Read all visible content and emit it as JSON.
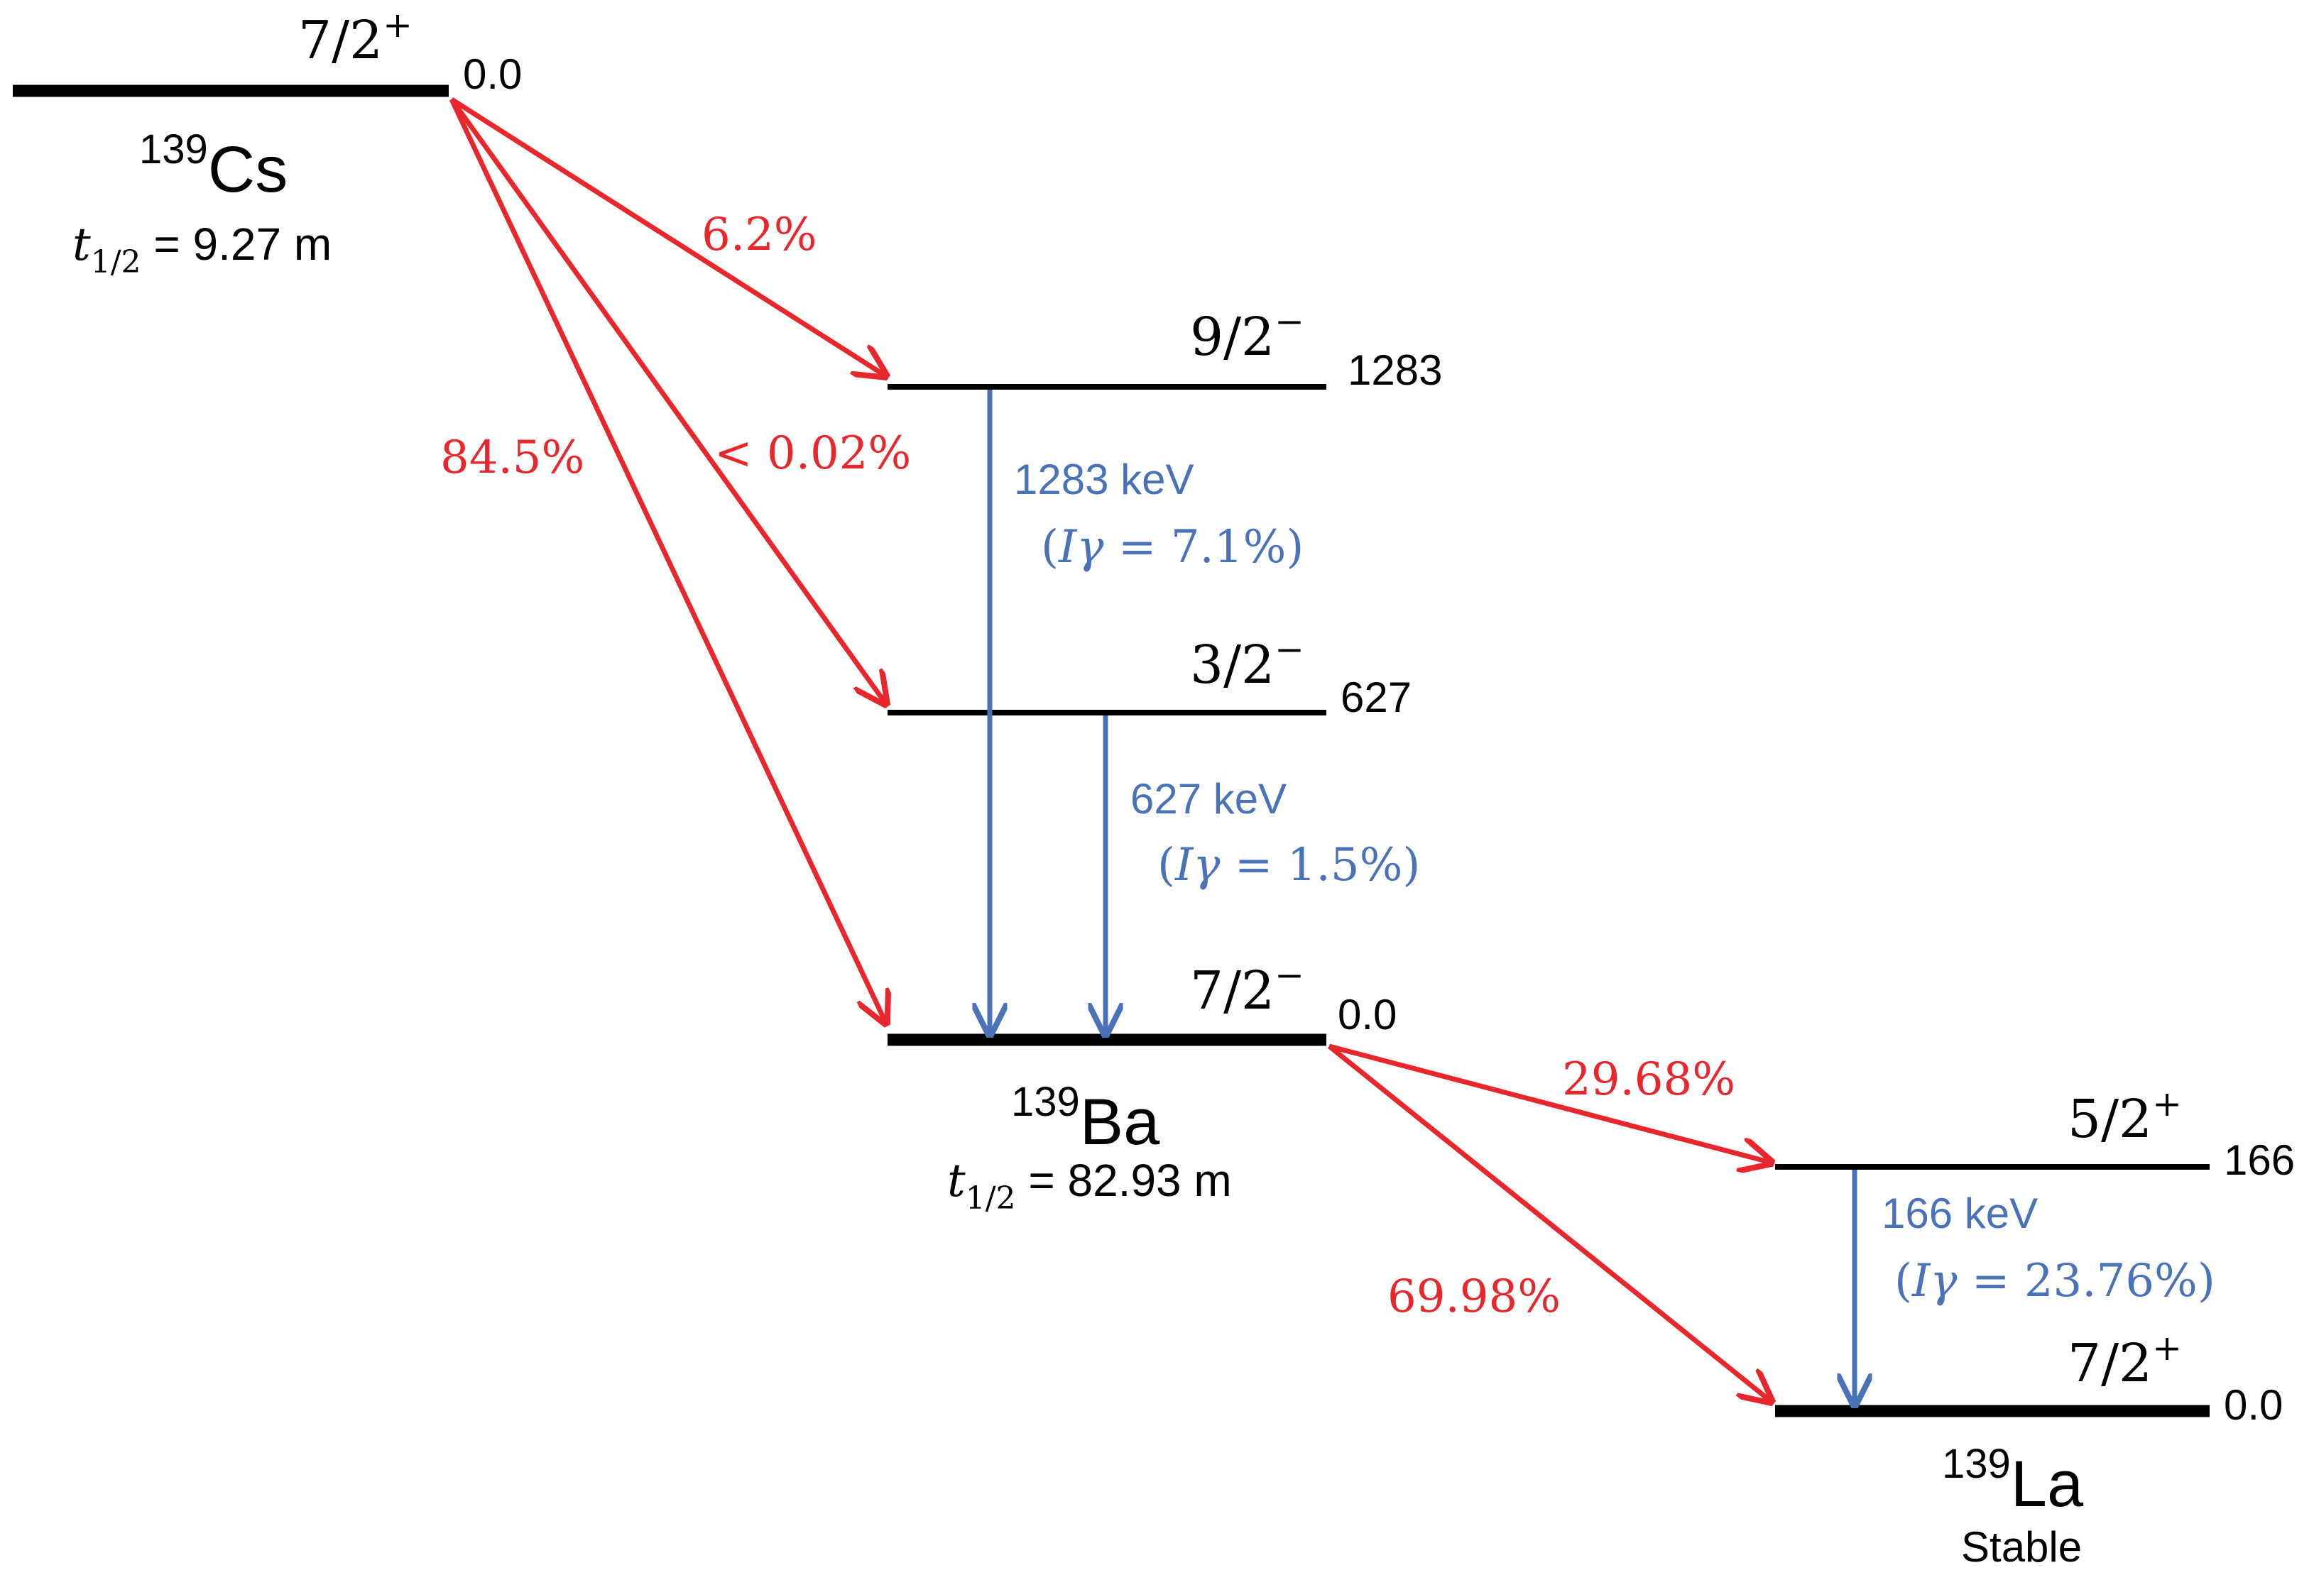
{
  "colors": {
    "level": "#000000",
    "beta": "#e8262b",
    "gamma": "#4a72b8"
  },
  "nuclides": {
    "cs": {
      "mass": "139",
      "symbol": "Cs",
      "halflife_var": "t",
      "halflife_sub": "1/2",
      "halflife_rest": " = 9.27 m"
    },
    "ba": {
      "mass": "139",
      "symbol": "Ba",
      "halflife_var": "t",
      "halflife_sub": "1/2",
      "halflife_rest": " = 82.93 m"
    },
    "la": {
      "mass": "139",
      "symbol": "La",
      "status": "Stable"
    }
  },
  "levels": {
    "cs_ground": {
      "spin": "7/2",
      "parity": "+",
      "energy": "0.0"
    },
    "ba_1283": {
      "spin": "9/2",
      "parity": "−",
      "energy": "1283"
    },
    "ba_627": {
      "spin": "3/2",
      "parity": "−",
      "energy": "627"
    },
    "ba_ground": {
      "spin": "7/2",
      "parity": "−",
      "energy": "0.0"
    },
    "la_166": {
      "spin": "5/2",
      "parity": "+",
      "energy": "166"
    },
    "la_ground": {
      "spin": "7/2",
      "parity": "+",
      "energy": "0.0"
    }
  },
  "beta_branches": {
    "cs_to_1283": "6.2%",
    "cs_to_627": "< 0.02%",
    "cs_to_ground": "84.5%",
    "ba_to_166": "29.68%",
    "ba_to_ground": "69.98%"
  },
  "gammas": {
    "g1283": {
      "energy": "1283 keV",
      "intensity_var": "Iγ",
      "intensity_val": " = 7.1%"
    },
    "g627": {
      "energy": "627 keV",
      "intensity_var": "Iγ",
      "intensity_val": " = 1.5%"
    },
    "g166": {
      "energy": "166 keV",
      "intensity_var": "Iγ",
      "intensity_val": " = 23.76%"
    }
  }
}
